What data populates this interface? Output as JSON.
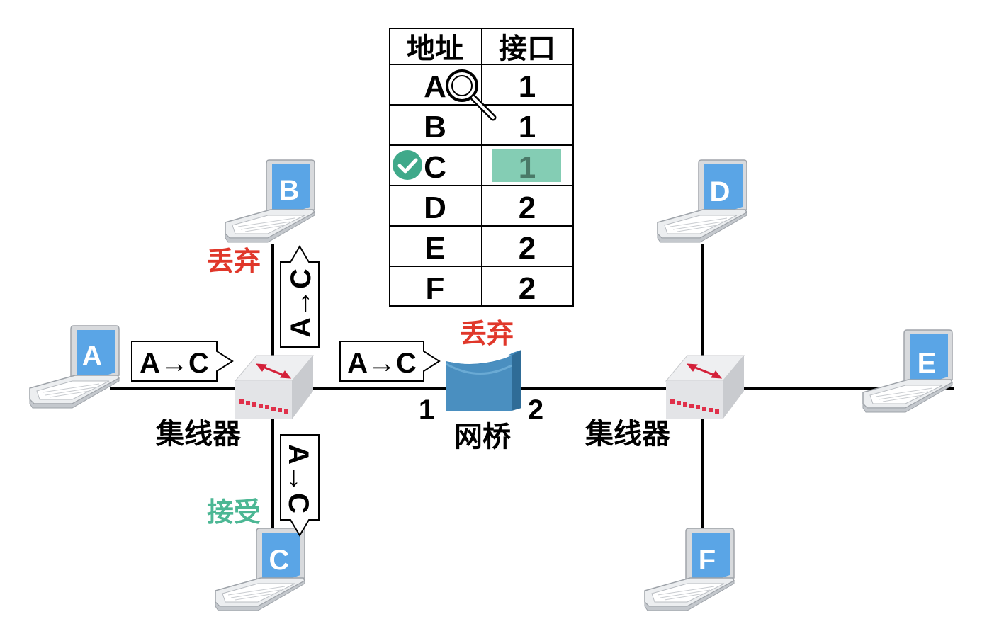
{
  "table": {
    "headers": {
      "address": "地址",
      "interface": "接口"
    },
    "rows": [
      {
        "address": "A",
        "interface": "1"
      },
      {
        "address": "B",
        "interface": "1"
      },
      {
        "address": "C",
        "interface": "1"
      },
      {
        "address": "D",
        "interface": "2"
      },
      {
        "address": "E",
        "interface": "2"
      },
      {
        "address": "F",
        "interface": "2"
      }
    ],
    "matched_row": "C"
  },
  "hosts": {
    "a": "A",
    "b": "B",
    "c": "C",
    "d": "D",
    "e": "E",
    "f": "F"
  },
  "devices": {
    "hub_left": "集线器",
    "hub_right": "集线器",
    "bridge": "网桥"
  },
  "ports": {
    "p1": "1",
    "p2": "2"
  },
  "frames": {
    "to_hub": "A→C",
    "to_b": "A→C",
    "to_c": "A→C",
    "to_bridge": "A→C"
  },
  "status": {
    "discard_b": "丢弃",
    "discard_bridge": "丢弃",
    "accept_c": "接受"
  },
  "colors": {
    "discard": "#e0372a",
    "accept": "#4cb794",
    "laptop_screen": "#5aa5e6",
    "bridge": "#4a8fc0",
    "highlight": "#84cdb4",
    "check": "#3fa98a"
  }
}
